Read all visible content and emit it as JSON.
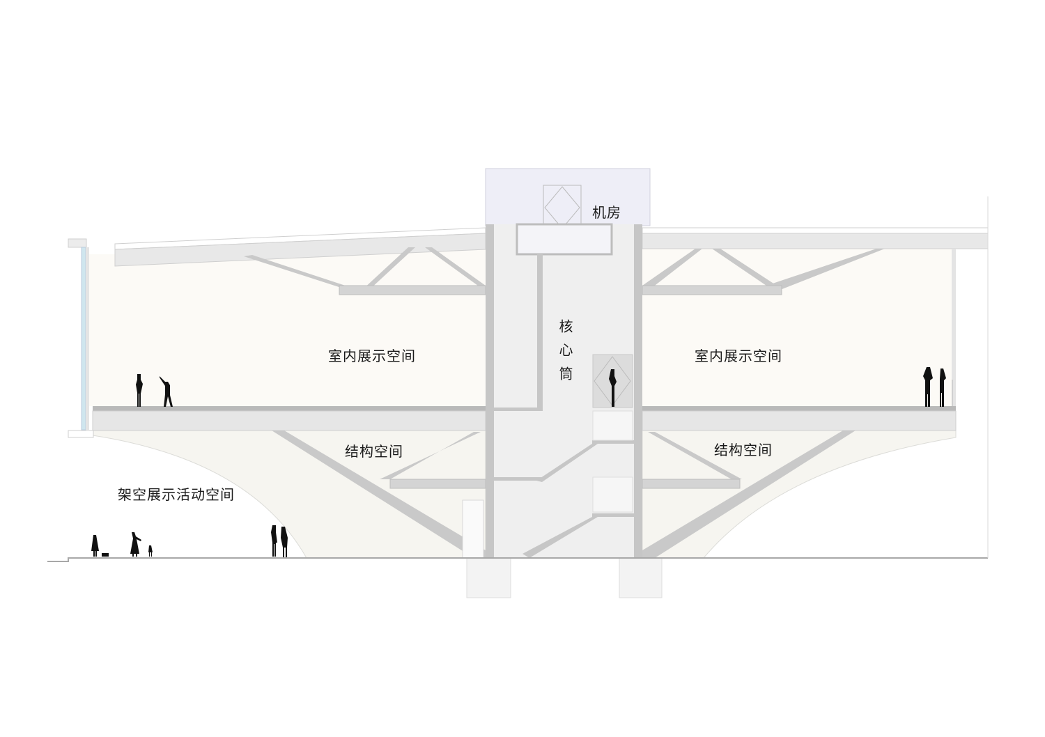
{
  "labels": {
    "machine_room": "机房",
    "core_tube": "核心筒",
    "indoor_exhibition_left": "室内展示空间",
    "indoor_exhibition_right": "室内展示空间",
    "structural_space_left": "结构空间",
    "structural_space_right": "结构空间",
    "elevated_activity_space": "架空展示活动空间"
  },
  "colors": {
    "structure": "#c9c9c9",
    "structure_dark": "#b5b5b5",
    "interior": "#fcfaf6",
    "underside": "#f6f5f0",
    "core": "#efefef",
    "machine_room": "#eeeef7",
    "glass": "#cfe6ee",
    "figure": "#111111"
  }
}
